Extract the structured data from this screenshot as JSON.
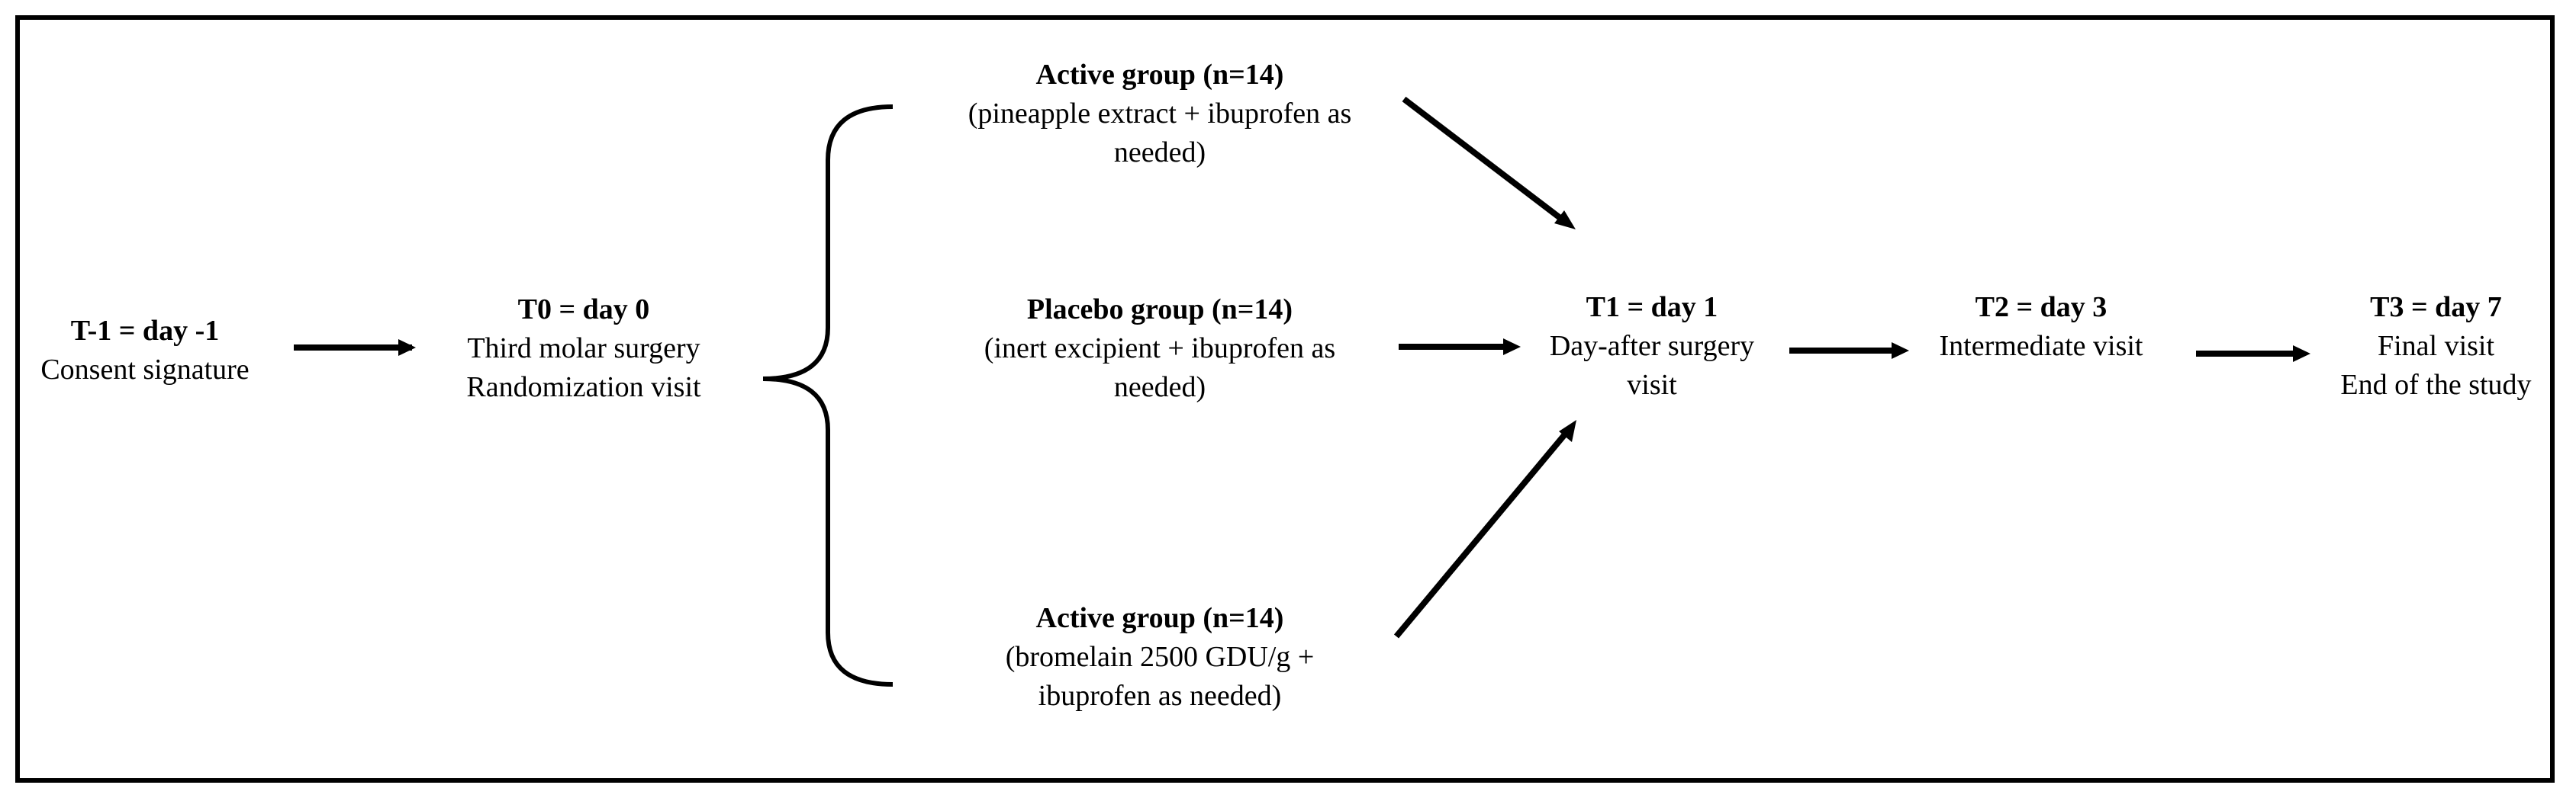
{
  "diagram": {
    "nodes": {
      "t_minus1": {
        "title": "T-1 = day -1",
        "lines": [
          "Consent signature"
        ]
      },
      "t0": {
        "title": "T0 = day 0",
        "lines": [
          "Third molar surgery",
          "Randomization visit"
        ]
      },
      "active_pineapple": {
        "title": "Active group (n=14)",
        "lines": [
          "(pineapple extract + ibuprofen as",
          "needed)"
        ]
      },
      "placebo": {
        "title": "Placebo group (n=14)",
        "lines": [
          "(inert excipient + ibuprofen as",
          "needed)"
        ]
      },
      "active_bromelain": {
        "title": "Active group (n=14)",
        "lines": [
          "(bromelain 2500 GDU/g +",
          "ibuprofen as needed)"
        ]
      },
      "t1": {
        "title": "T1 = day 1",
        "lines": [
          "Day-after surgery",
          "visit"
        ]
      },
      "t2": {
        "title": "T2 = day 3",
        "lines": [
          "Intermediate visit"
        ]
      },
      "t3": {
        "title": "T3 = day 7",
        "lines": [
          "Final visit",
          "End of the study"
        ]
      }
    },
    "edges": [
      {
        "from": "t_minus1",
        "to": "t0"
      },
      {
        "from": "t0",
        "to": "active_pineapple"
      },
      {
        "from": "t0",
        "to": "placebo"
      },
      {
        "from": "t0",
        "to": "active_bromelain"
      },
      {
        "from": "active_pineapple",
        "to": "t1"
      },
      {
        "from": "placebo",
        "to": "t1"
      },
      {
        "from": "active_bromelain",
        "to": "t1"
      },
      {
        "from": "t1",
        "to": "t2"
      },
      {
        "from": "t2",
        "to": "t3"
      }
    ]
  }
}
